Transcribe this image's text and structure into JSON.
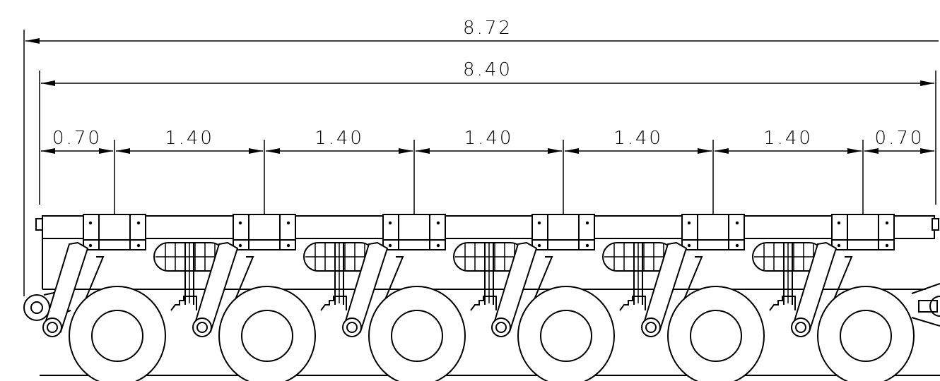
{
  "drawing": {
    "overall_length_label": "8.72",
    "deck_length_label": "8.40",
    "axle_spacing": [
      {
        "label": "0.70"
      },
      {
        "label": "1.40"
      },
      {
        "label": "1.40"
      },
      {
        "label": "1.40"
      },
      {
        "label": "1.40"
      },
      {
        "label": "1.40"
      },
      {
        "label": "0.70"
      }
    ],
    "axle_count": 6,
    "line_color": "#000000",
    "background_color": "#ffffff"
  }
}
